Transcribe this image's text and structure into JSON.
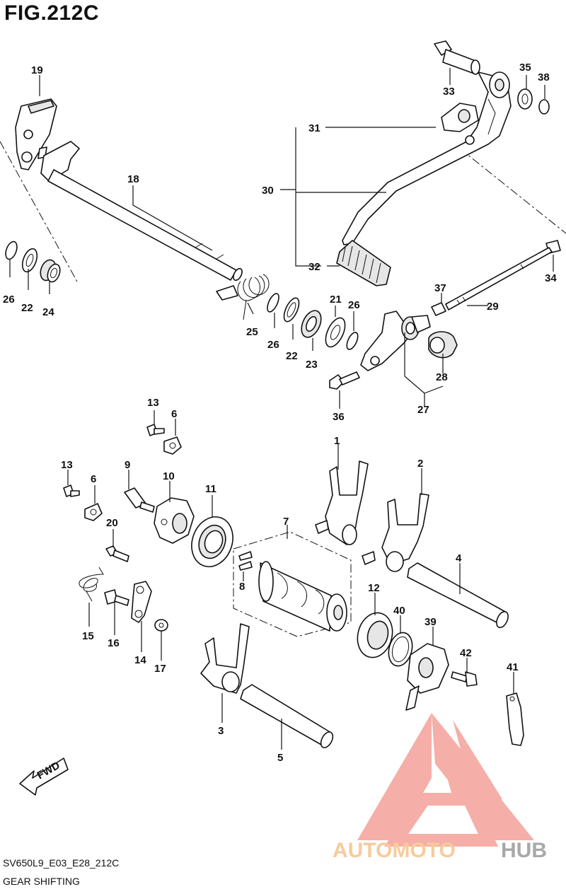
{
  "title": "FIG.212C",
  "footer": {
    "code": "SV650L9_E03_E28_212C",
    "description": "GEAR SHIFTING"
  },
  "watermark": {
    "text_part1": "AUTOMOTO",
    "text_part2": "HUB",
    "color_primary": "#f4a09a",
    "color_secondary": "#f5c28a",
    "color_gray": "#9a9a9a"
  },
  "fwd_arrow": "FWD",
  "callouts": [
    "1",
    "2",
    "3",
    "4",
    "5",
    "6",
    "6",
    "7",
    "8",
    "9",
    "10",
    "11",
    "12",
    "13",
    "13",
    "14",
    "15",
    "16",
    "17",
    "18",
    "19",
    "20",
    "21",
    "22",
    "22",
    "23",
    "24",
    "25",
    "26",
    "26",
    "26",
    "27",
    "28",
    "29",
    "30",
    "31",
    "32",
    "33",
    "34",
    "35",
    "36",
    "37",
    "38",
    "39",
    "40",
    "41",
    "42"
  ]
}
